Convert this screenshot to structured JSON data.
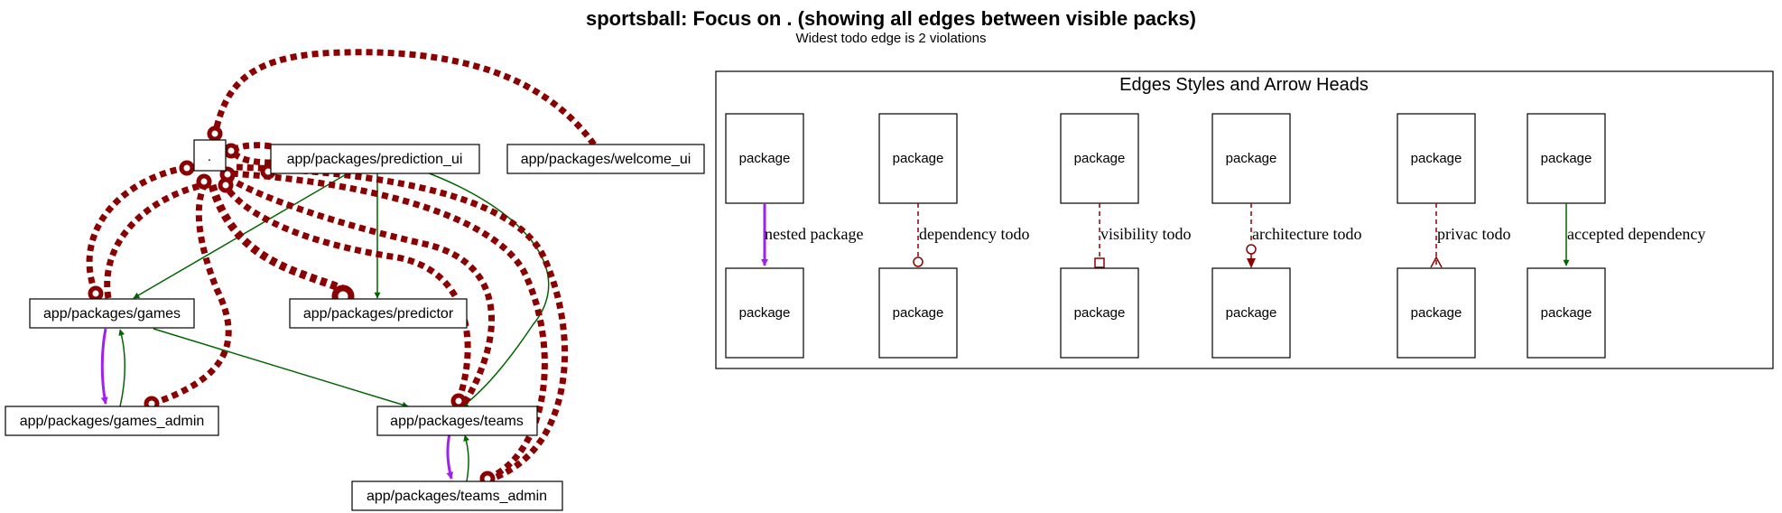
{
  "title": "sportsball: Focus on . (showing all edges between visible packs)",
  "subtitle": "Widest todo edge is 2 violations",
  "nodes": {
    "root": ".",
    "prediction_ui": "app/packages/prediction_ui",
    "welcome_ui": "app/packages/welcome_ui",
    "games": "app/packages/games",
    "predictor": "app/packages/predictor",
    "games_admin": "app/packages/games_admin",
    "teams": "app/packages/teams",
    "teams_admin": "app/packages/teams_admin"
  },
  "legend": {
    "title": "Edges Styles and Arrow Heads",
    "package_label": "package",
    "edges": [
      {
        "label": "nested package",
        "style": "solid",
        "color": "#a020f0",
        "head": "normal"
      },
      {
        "label": "dependency todo",
        "style": "dashed",
        "color": "#8b0000",
        "head": "odot"
      },
      {
        "label": "visibility todo",
        "style": "dashed",
        "color": "#8b0000",
        "head": "obox"
      },
      {
        "label": "architecture todo",
        "style": "dashed",
        "color": "#8b0000",
        "head": "odot-normal"
      },
      {
        "label": "privac todo",
        "style": "dashed",
        "color": "#8b0000",
        "head": "crow"
      },
      {
        "label": "accepted dependency",
        "style": "solid",
        "color": "#006400",
        "head": "normal"
      }
    ]
  },
  "colors": {
    "accepted": "#006400",
    "nested": "#a020f0",
    "todo": "#8b0000"
  }
}
